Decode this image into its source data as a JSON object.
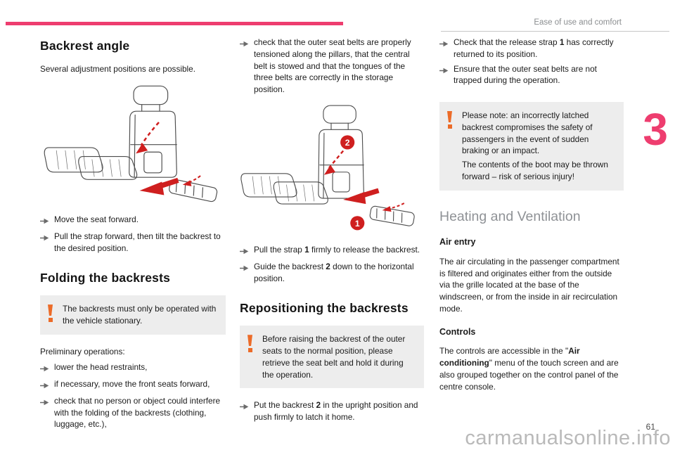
{
  "page": {
    "header": "Ease of use and comfort",
    "chapter": "3",
    "number": "61",
    "watermark": "carmanualsonline.info",
    "accent_color": "#ee3d6f",
    "warning_icon_color": "#ec6b28",
    "annotation_red": "#cf1f1f"
  },
  "col1": {
    "h_backrest": "Backrest angle",
    "intro": "Several adjustment positions are possible.",
    "b1": "Move the seat forward.",
    "b2": "Pull the strap forward, then tilt the backrest to the desired position.",
    "h_folding": "Folding the backrests",
    "warning": "The backrests must only be operated with the vehicle stationary.",
    "prelim": "Preliminary operations:",
    "p1": "lower the head restraints,",
    "p2": "if necessary, move the front seats forward,",
    "p3": "check that no person or object could interfere with the folding of the backrests (clothing, luggage, etc.),"
  },
  "col2": {
    "b0": "check that the outer seat belts are properly tensioned along the pillars, that the central belt is stowed and that the tongues of the three belts are correctly in the storage position.",
    "b1_pre": "Pull the strap ",
    "b1_num": "1",
    "b1_post": " firmly to release the backrest.",
    "b2_pre": "Guide the backrest ",
    "b2_num": "2",
    "b2_post": " down to the horizontal position.",
    "h_repos": "Repositioning the backrests",
    "warning": "Before raising the backrest of the outer seats to the normal position, please retrieve the seat belt and hold it during the operation.",
    "b3_pre": "Put the backrest ",
    "b3_num": "2",
    "b3_post": " in the upright position and push firmly to latch it home."
  },
  "col3": {
    "b1_pre": "Check that the release strap ",
    "b1_num": "1",
    "b1_post": " has correctly returned to its position.",
    "b2": "Ensure that the outer seat belts are not trapped during the operation.",
    "warning1": "Please note: an incorrectly latched backrest compromises the safety of passengers in the event of sudden braking or an impact.",
    "warning2": "The contents of the boot may be thrown forward – risk of serious injury!",
    "h_heating": "Heating and Ventilation",
    "h_air": "Air entry",
    "air_text": "The air circulating in the passenger compartment is filtered and originates either from the outside via the grille located at the base of the windscreen, or from the inside in air recirculation mode.",
    "h_controls": "Controls",
    "controls_pre": "The controls are accessible in the \"",
    "controls_bold": "Air conditioning",
    "controls_post": "\" menu of the touch screen and are also grouped together on the control panel of the centre console."
  },
  "fig2": {
    "marker1": "1",
    "marker2": "2"
  }
}
